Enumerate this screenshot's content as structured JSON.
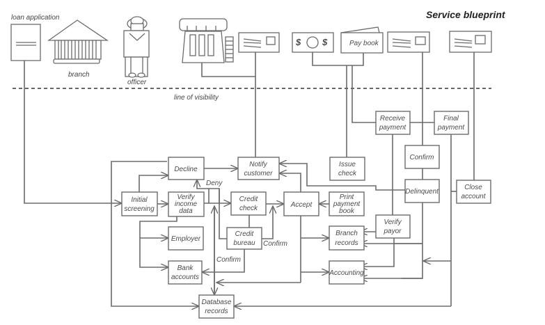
{
  "title": "Service blueprint",
  "line_of_visibility_label": "line of visibility",
  "evidence": {
    "loan_application": "loan application",
    "branch": "branch",
    "officer": "officer",
    "pay_book": "Pay book",
    "money_symbol_left": "$",
    "money_symbol_right": "$"
  },
  "nodes": {
    "decline": [
      "Decline"
    ],
    "notify_customer": [
      "Notify",
      "customer"
    ],
    "initial_screening": [
      "Initial",
      "screening"
    ],
    "verify_income": [
      "Verify",
      "income",
      "data"
    ],
    "credit_check": [
      "Credit",
      "check"
    ],
    "accept": [
      "Accept"
    ],
    "print_payment_book": [
      "Print",
      "payment",
      "book"
    ],
    "credit_bureau": [
      "Credit",
      "bureau"
    ],
    "employer": [
      "Employer"
    ],
    "bank_accounts": [
      "Bank",
      "accounts"
    ],
    "database_records": [
      "Database",
      "records"
    ],
    "branch_records": [
      "Branch",
      "records"
    ],
    "accounting": [
      "Accounting"
    ],
    "issue_check": [
      "Issue",
      "check"
    ],
    "receive_payment": [
      "Receive",
      "payment"
    ],
    "final_payment": [
      "Final",
      "payment"
    ],
    "confirm": [
      "Confirm"
    ],
    "delinquent": [
      "Delinquent"
    ],
    "verify_payor": [
      "Verify",
      "payor"
    ],
    "close_account": [
      "Close",
      "account"
    ]
  },
  "edge_labels": {
    "deny": "Deny",
    "confirm_bureau": "Confirm",
    "confirm_bank": "Confirm"
  }
}
